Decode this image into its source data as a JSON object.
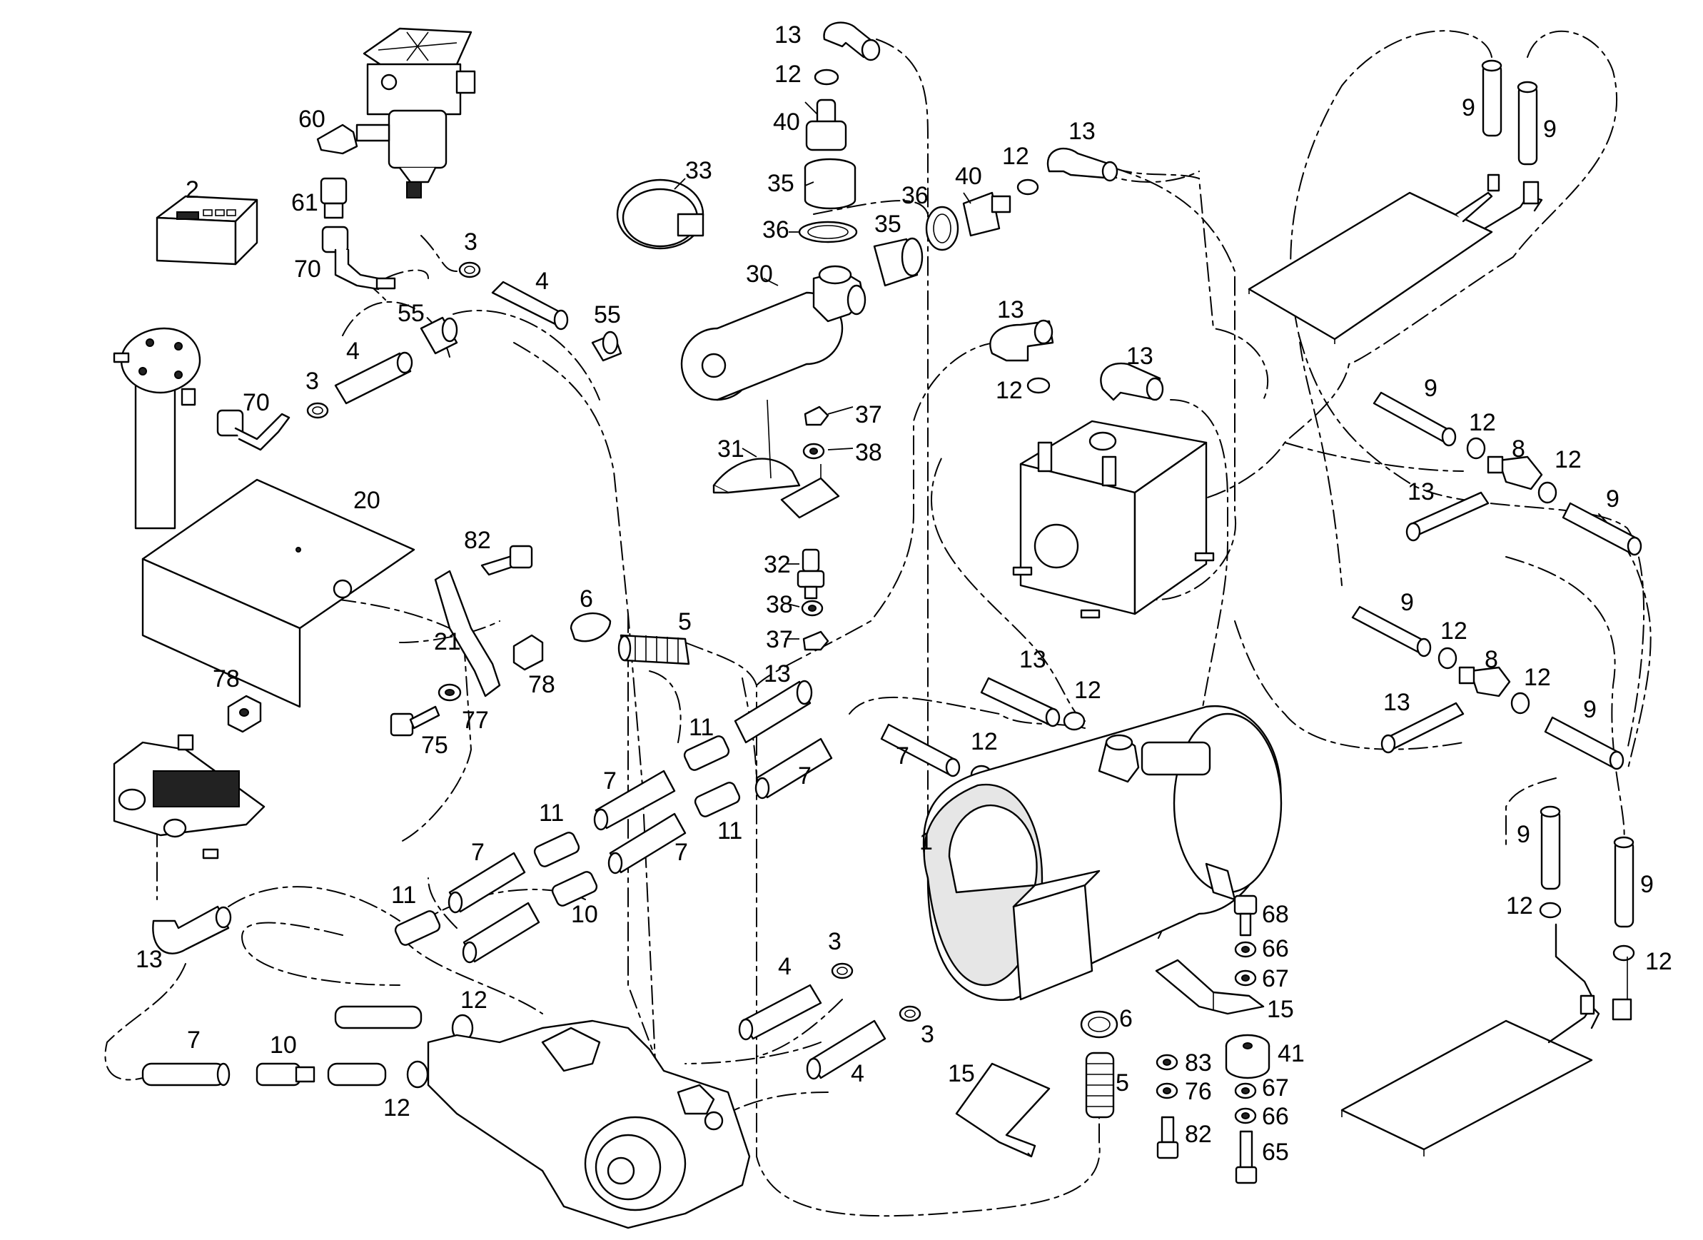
{
  "diagram": {
    "callouts": [
      {
        "id": "c-13-a",
        "text": "13"
      },
      {
        "id": "c-12-a",
        "text": "12"
      },
      {
        "id": "c-40-a",
        "text": "40"
      },
      {
        "id": "c-35-a",
        "text": "35"
      },
      {
        "id": "c-36-a",
        "text": "36"
      },
      {
        "id": "c-33",
        "text": "33"
      },
      {
        "id": "c-30",
        "text": "30"
      },
      {
        "id": "c-35-b",
        "text": "35"
      },
      {
        "id": "c-36-b",
        "text": "36"
      },
      {
        "id": "c-40-b",
        "text": "40"
      },
      {
        "id": "c-12-b",
        "text": "12"
      },
      {
        "id": "c-13-b",
        "text": "13"
      },
      {
        "id": "c-60",
        "text": "60"
      },
      {
        "id": "c-61",
        "text": "61"
      },
      {
        "id": "c-70-a",
        "text": "70"
      },
      {
        "id": "c-2",
        "text": "2"
      },
      {
        "id": "c-3-a",
        "text": "3"
      },
      {
        "id": "c-4-a",
        "text": "4"
      },
      {
        "id": "c-55-a",
        "text": "55"
      },
      {
        "id": "c-55-b",
        "text": "55"
      },
      {
        "id": "c-4-b",
        "text": "4"
      },
      {
        "id": "c-3-b",
        "text": "3"
      },
      {
        "id": "c-70-b",
        "text": "70"
      },
      {
        "id": "c-37-a",
        "text": "37"
      },
      {
        "id": "c-38-a",
        "text": "38"
      },
      {
        "id": "c-31",
        "text": "31"
      },
      {
        "id": "c-32",
        "text": "32"
      },
      {
        "id": "c-38-b",
        "text": "38"
      },
      {
        "id": "c-37-b",
        "text": "37"
      },
      {
        "id": "c-13-c",
        "text": "13"
      },
      {
        "id": "c-12-c",
        "text": "12"
      },
      {
        "id": "c-13-d",
        "text": "13"
      },
      {
        "id": "c-9-a",
        "text": "9"
      },
      {
        "id": "c-9-b",
        "text": "9"
      },
      {
        "id": "c-9-c",
        "text": "9"
      },
      {
        "id": "c-12-d",
        "text": "12"
      },
      {
        "id": "c-8-a",
        "text": "8"
      },
      {
        "id": "c-12-e",
        "text": "12"
      },
      {
        "id": "c-13-e",
        "text": "13"
      },
      {
        "id": "c-9-d",
        "text": "9"
      },
      {
        "id": "c-9-e",
        "text": "9"
      },
      {
        "id": "c-12-f",
        "text": "12"
      },
      {
        "id": "c-8-b",
        "text": "8"
      },
      {
        "id": "c-12-g",
        "text": "12"
      },
      {
        "id": "c-13-f",
        "text": "13"
      },
      {
        "id": "c-9-f",
        "text": "9"
      },
      {
        "id": "c-20",
        "text": "20"
      },
      {
        "id": "c-82-a",
        "text": "82"
      },
      {
        "id": "c-6-a",
        "text": "6"
      },
      {
        "id": "c-5-a",
        "text": "5"
      },
      {
        "id": "c-21",
        "text": "21"
      },
      {
        "id": "c-78-a",
        "text": "78"
      },
      {
        "id": "c-78-b",
        "text": "78"
      },
      {
        "id": "c-77",
        "text": "77"
      },
      {
        "id": "c-75",
        "text": "75"
      },
      {
        "id": "c-13-g",
        "text": "13"
      },
      {
        "id": "c-13-h",
        "text": "13"
      },
      {
        "id": "c-12-h",
        "text": "12"
      },
      {
        "id": "c-11-a",
        "text": "11"
      },
      {
        "id": "c-7-a",
        "text": "7"
      },
      {
        "id": "c-7-b",
        "text": "7"
      },
      {
        "id": "c-12-i",
        "text": "12"
      },
      {
        "id": "c-7-c",
        "text": "7"
      },
      {
        "id": "c-11-b",
        "text": "11"
      },
      {
        "id": "c-11-c",
        "text": "11"
      },
      {
        "id": "c-7-d",
        "text": "7"
      },
      {
        "id": "c-7-e",
        "text": "7"
      },
      {
        "id": "c-11-d",
        "text": "11"
      },
      {
        "id": "c-10-a",
        "text": "10"
      },
      {
        "id": "c-1",
        "text": "1"
      },
      {
        "id": "c-13-i",
        "text": "13"
      },
      {
        "id": "c-3-c",
        "text": "3"
      },
      {
        "id": "c-4-c",
        "text": "4"
      },
      {
        "id": "c-3-d",
        "text": "3"
      },
      {
        "id": "c-4-d",
        "text": "4"
      },
      {
        "id": "c-7-f",
        "text": "7"
      },
      {
        "id": "c-10-b",
        "text": "10"
      },
      {
        "id": "c-12-j",
        "text": "12"
      },
      {
        "id": "c-12-k",
        "text": "12"
      },
      {
        "id": "c-6-b",
        "text": "6"
      },
      {
        "id": "c-5-b",
        "text": "5"
      },
      {
        "id": "c-15-a",
        "text": "15"
      },
      {
        "id": "c-15-b",
        "text": "15"
      },
      {
        "id": "c-68",
        "text": "68"
      },
      {
        "id": "c-66-a",
        "text": "66"
      },
      {
        "id": "c-67-a",
        "text": "67"
      },
      {
        "id": "c-41",
        "text": "41"
      },
      {
        "id": "c-83",
        "text": "83"
      },
      {
        "id": "c-76",
        "text": "76"
      },
      {
        "id": "c-67-b",
        "text": "67"
      },
      {
        "id": "c-66-b",
        "text": "66"
      },
      {
        "id": "c-82-b",
        "text": "82"
      },
      {
        "id": "c-65",
        "text": "65"
      },
      {
        "id": "c-9-g",
        "text": "9"
      },
      {
        "id": "c-9-h",
        "text": "9"
      },
      {
        "id": "c-12-l",
        "text": "12"
      },
      {
        "id": "c-12-m",
        "text": "12"
      }
    ]
  }
}
